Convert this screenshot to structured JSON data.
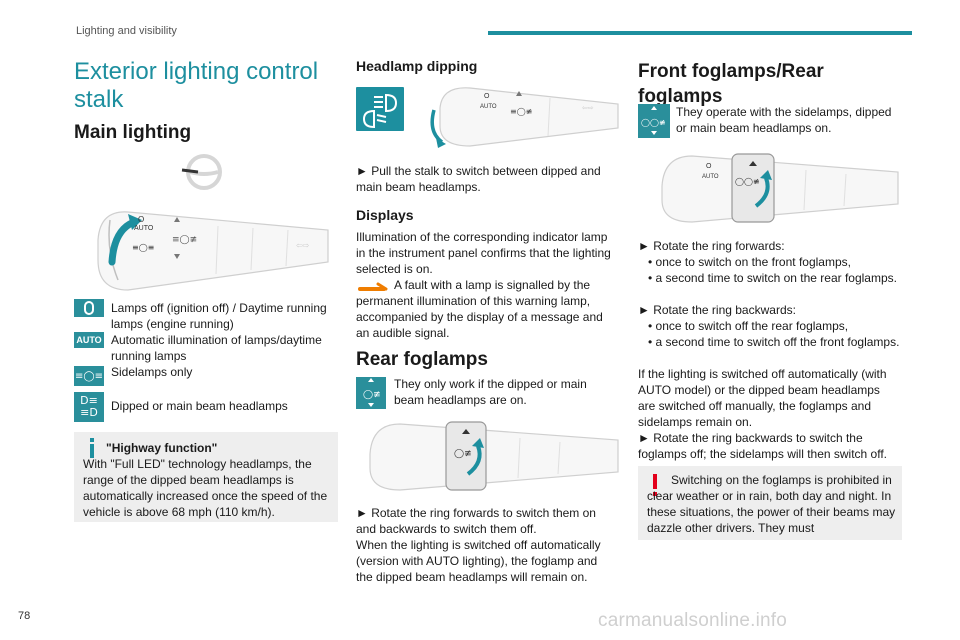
{
  "header": {
    "section": "Lighting and visibility"
  },
  "page": {
    "number": "78"
  },
  "watermark": "carmanualsonline.info",
  "col1": {
    "title": "Exterior lighting control stalk",
    "subtitle": "Main lighting",
    "legend": [
      {
        "icon": "lamps-off-icon",
        "text": "Lamps off (ignition off) / Daytime running lamps (engine running)"
      },
      {
        "icon": "auto-icon",
        "text": "Automatic illumination of lamps/daytime running lamps"
      },
      {
        "icon": "sidelamps-icon",
        "text": "Sidelamps only"
      },
      {
        "icon": "headlamps-icon",
        "text": "Dipped or main beam headlamps"
      }
    ],
    "info": {
      "title": "\"Highway function\"",
      "text": "With \"Full LED\" technology headlamps, the range of the dipped beam headlamps is automatically increased once the speed of the vehicle is above 68 mph (110 km/h)."
    }
  },
  "col2": {
    "h_dipping": "Headlamp dipping",
    "dipping_step": "► Pull the stalk to switch between dipped and main beam headlamps.",
    "h_displays": "Displays",
    "displays_text": "Illumination of the corresponding indicator lamp in the instrument panel confirms that the lighting selected is on.",
    "fault_text": "A fault with a lamp is signalled by the permanent illumination of this warning lamp, accompanied by the display of a message and an audible signal.",
    "h_rear": "Rear foglamps",
    "rear_note": "They only work if the dipped or main beam headlamps are on.",
    "rear_step": "► Rotate the ring forwards to switch them on and backwards to switch them off.",
    "rear_text": "When the lighting is switched off automatically (version with AUTO lighting), the foglamp and the dipped beam headlamps will remain on."
  },
  "col3": {
    "title": "Front foglamps/Rear foglamps",
    "note": "They operate with the sidelamps, dipped or main beam headlamps on.",
    "step1": "► Rotate the ring forwards:",
    "step1_a": "•  once to switch on the front foglamps,",
    "step1_b": "• a second time to switch on the rear foglamps.",
    "step2": "► Rotate the ring backwards:",
    "step2_a": "• once to switch off the rear foglamps,",
    "step2_b": "• a second time to switch off the front foglamps.",
    "para": "If the lighting is switched off automatically (with AUTO model) or the dipped beam headlamps are switched off manually, the foglamps and sidelamps remain on.",
    "step3": "► Rotate the ring backwards to switch the foglamps off; the sidelamps will then switch off.",
    "warning": "Switching on the foglamps is prohibited in clear weather or in rain, both day and night. In these situations, the power of their beams may dazzle other drivers. They must"
  },
  "colors": {
    "accent": "#1d8f9f",
    "warning": "#e3001b",
    "fault": "#ef7d00"
  }
}
